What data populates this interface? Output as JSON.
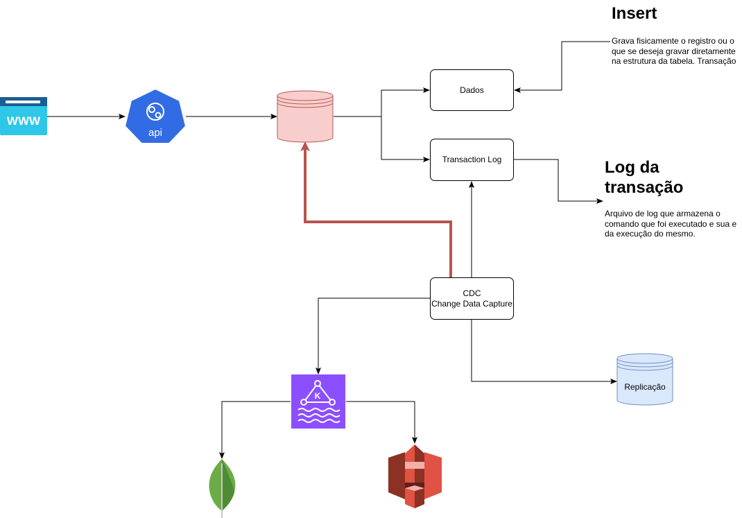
{
  "nodes": {
    "dados": "Dados",
    "transaction_log": "Transaction Log",
    "cdc_line1": "CDC",
    "cdc_line2": "Change Data Capture",
    "replicacao": "Replicação",
    "api_label": "api",
    "www_label": "WWW",
    "kafka_label": "K"
  },
  "notes": {
    "insert_title": "Insert",
    "insert_text": "Grava fisicamente o registro ou o que se deseja gravar diretamente na estrutura da tabela. Transação",
    "log_title": "Log da transação",
    "log_text": "Arquivo de log que armazena o comando que foi executado e sua e da execução do mesmo."
  },
  "icons": [
    "www-icon",
    "api-kubernetes-icon",
    "database-icon",
    "kafka-icon",
    "mongodb-icon",
    "s3-bucket-icon"
  ],
  "colors": {
    "www": "#2EC7E8",
    "api": "#326CE5",
    "db_fill": "#F8CECC",
    "db_stroke": "#B85450",
    "replica_fill": "#DAE8FC",
    "replica_stroke": "#6C8EBF",
    "kafka": "#8C4FFF",
    "mongo": "#6CAC48",
    "s3": "#E05243"
  }
}
